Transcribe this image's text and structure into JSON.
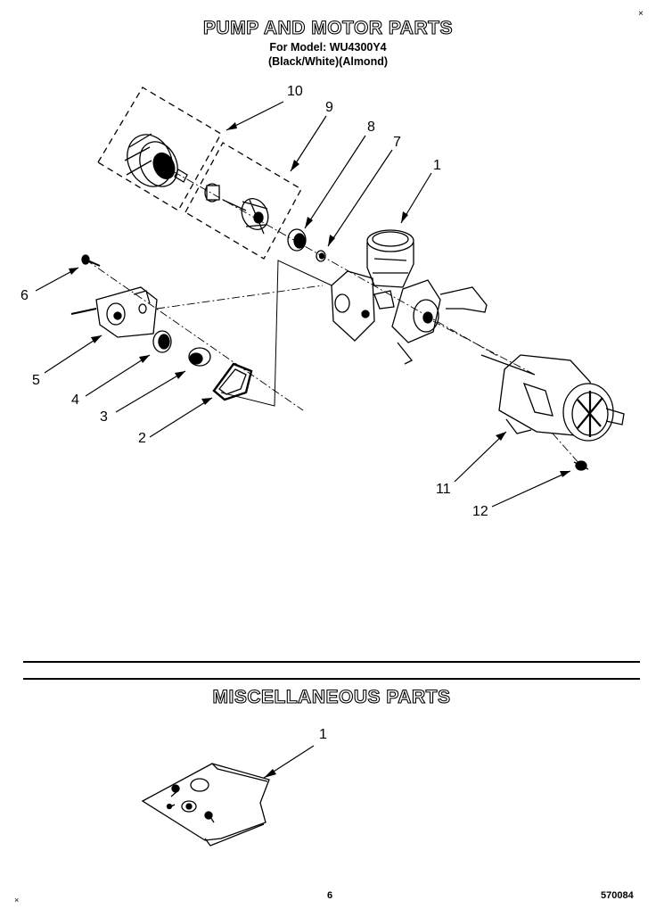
{
  "header": {
    "title": "PUMP AND MOTOR PARTS",
    "model_line": "For Model: WU4300Y4",
    "color_line": "(Black/White)(Almond)"
  },
  "corner_mark": "×",
  "callouts": {
    "c1": "1",
    "c2": "2",
    "c3": "3",
    "c4": "4",
    "c5": "5",
    "c6": "6",
    "c7": "7",
    "c8": "8",
    "c9": "9",
    "c10": "10",
    "c11": "11",
    "c12": "12"
  },
  "misc": {
    "title": "MISCELLANEOUS PARTS",
    "callout": "1"
  },
  "footer": {
    "left_mark": "×",
    "page": "6",
    "code": "570084"
  }
}
